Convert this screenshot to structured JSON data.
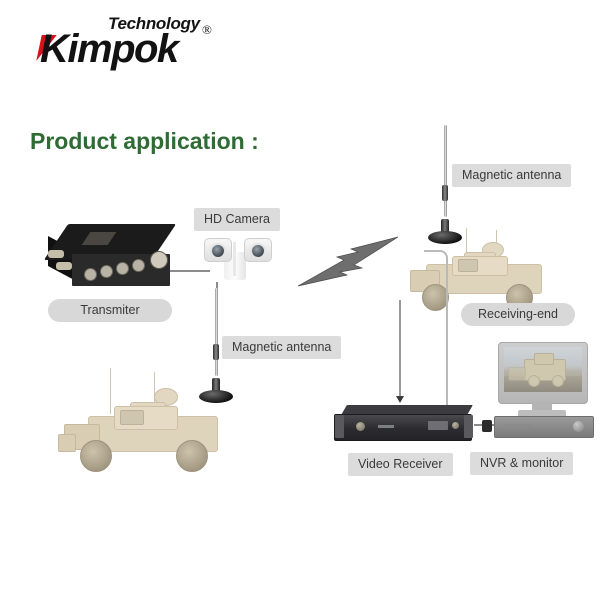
{
  "brand": {
    "tech_word": "Technology",
    "name": "Kimpok",
    "registered_mark": "®",
    "accent_red": "#d4121a",
    "name_color": "#121212"
  },
  "heading": {
    "text": "Product application :",
    "color": "#2f6b34"
  },
  "labels": {
    "transmitter": "Transmiter",
    "hd_camera": "HD Camera",
    "magnetic_antenna_left": "Magnetic antenna",
    "magnetic_antenna_right": "Magnetic antenna",
    "receiving_end": "Receiving-end",
    "video_receiver": "Video Receiver",
    "nvr_monitor": "NVR & monitor"
  },
  "diagram": {
    "chip_background": "#dcdcdc",
    "chip_text_color": "#3a3a3a",
    "connector_color": "#8c8c8c",
    "cable_color": "#b9b9b9",
    "wireless_link_icon": "lightning-bolt-icon",
    "vehicle_color": "#ded3bb",
    "device_color": "#2a2a2a",
    "nodes": [
      "transmitter",
      "hd-camera",
      "magnetic-antenna-transmit",
      "transmit-vehicle",
      "wireless-link",
      "magnetic-antenna-receive",
      "receiving-vehicle",
      "video-receiver",
      "nvr-monitor"
    ]
  }
}
